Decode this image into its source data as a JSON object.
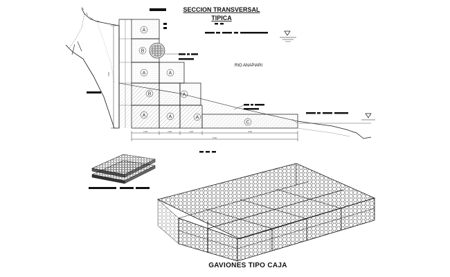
{
  "title": {
    "line1": "SECCION TRANSVERSAL",
    "line2": "TIPICA"
  },
  "river_label": "RIO ANAPIARI",
  "caption": "GAVIONES TIPO CAJA",
  "boxes": [
    {
      "letter": "A"
    },
    {
      "letter": "B"
    },
    {
      "letter": "A"
    },
    {
      "letter": "A"
    },
    {
      "letter": "B"
    },
    {
      "letter": "A"
    },
    {
      "letter": "A"
    },
    {
      "letter": "A"
    },
    {
      "letter": "A"
    },
    {
      "letter": "C"
    }
  ],
  "dimensions": {
    "bottom_segments": [
      "1.00",
      "1.00",
      "1.00",
      "3.00"
    ],
    "total": "6.00",
    "height": "5.00"
  },
  "icons": {
    "water_level": "water-level-triangle-icon",
    "mesh": "hexagonal-mesh-pattern"
  }
}
